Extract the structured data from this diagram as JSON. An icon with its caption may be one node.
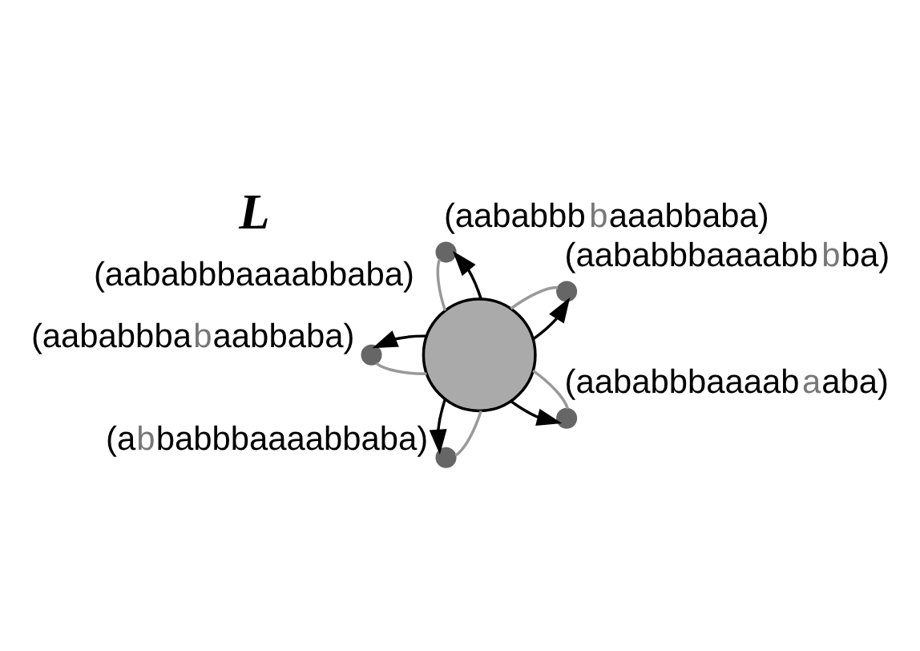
{
  "diagram": {
    "nodes": [
      {
        "text": [],
        "shape": "circle",
        "beside": [
          "L",
          "(aababbbaaaabbaba)"
        ]
      },
      {
        "text": [],
        "shape": "circle",
        "beside": [
          "(aababbbaaaabb**b**ba)"
        ]
      },
      {
        "text": [],
        "shape": "circle",
        "beside": [
          "(aababbb**b**aaabbaba)"
        ]
      },
      {
        "text": [],
        "shape": "circle",
        "beside": [
          "(aababbba**b**aabbaba)"
        ]
      },
      {
        "text": [],
        "shape": "circle",
        "beside": [
          "(a**b**babbbaaaabbaba)"
        ]
      },
      {
        "text": [],
        "shape": "circle",
        "beside": [
          "(aababbbaaaab**a**aba)"
        ]
      }
    ],
    "edges": [
      {
        "from": 0,
        "to": 1,
        "arrow": "none",
        "color": "#999999"
      },
      {
        "from": 0,
        "to": 1,
        "arrow": "to",
        "color": "#000000"
      },
      {
        "from": 0,
        "to": 2,
        "arrow": "none",
        "color": "#999999"
      },
      {
        "from": 0,
        "to": 2,
        "arrow": "to",
        "color": "#000000"
      },
      {
        "from": 0,
        "to": 3,
        "arrow": "none",
        "color": "#999999"
      },
      {
        "from": 0,
        "to": 3,
        "arrow": "to",
        "color": "#000000"
      },
      {
        "from": 0,
        "to": 4,
        "arrow": "none",
        "color": "#999999"
      },
      {
        "from": 0,
        "to": 4,
        "arrow": "to",
        "color": "#000000"
      },
      {
        "from": 0,
        "to": 5,
        "arrow": "none",
        "color": "#999999"
      },
      {
        "from": 0,
        "to": 5,
        "arrow": "to",
        "color": "#000000"
      }
    ]
  }
}
